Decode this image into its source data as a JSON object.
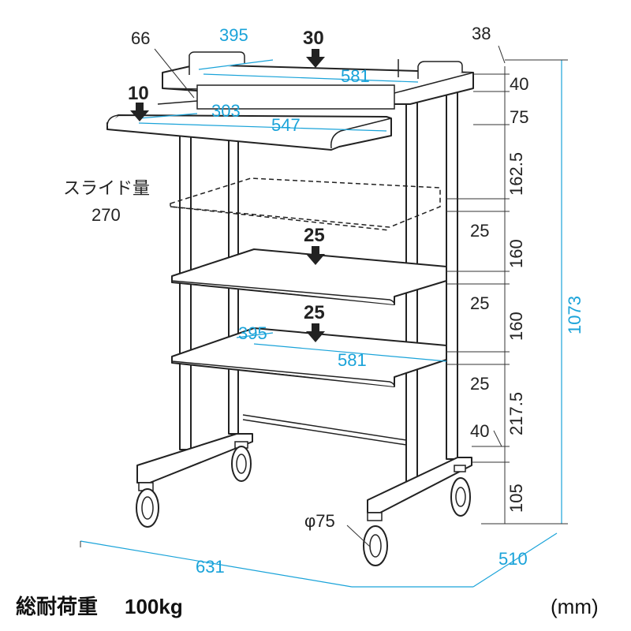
{
  "top": {
    "d_395": "395",
    "d_581": "581",
    "d_66": "66",
    "load_30": "30",
    "d_38": "38"
  },
  "slide_shelf": {
    "load_10": "10",
    "d_303": "303",
    "d_547": "547",
    "slide_label": "スライド量",
    "slide_value": "270"
  },
  "vertical": {
    "d_40_top": "40",
    "d_75": "75",
    "d_162_5": "162.5",
    "d_25_a": "25",
    "d_160_a": "160",
    "d_25_b": "25",
    "d_160_b": "160",
    "d_25_c": "25",
    "d_217_5": "217.5",
    "d_40_bottom": "40",
    "d_105": "105",
    "d_1073": "1073"
  },
  "shelves": {
    "load_25_upper": "25",
    "load_25_lower": "25",
    "d_395": "395",
    "d_581": "581"
  },
  "base": {
    "caster": "φ75",
    "d_631": "631",
    "d_510": "510"
  },
  "footer": {
    "load_label": "総耐荷重",
    "load_value": "100kg",
    "unit": "(mm)"
  },
  "colors": {
    "dimension": "#1aa3d9",
    "line": "#222222"
  }
}
